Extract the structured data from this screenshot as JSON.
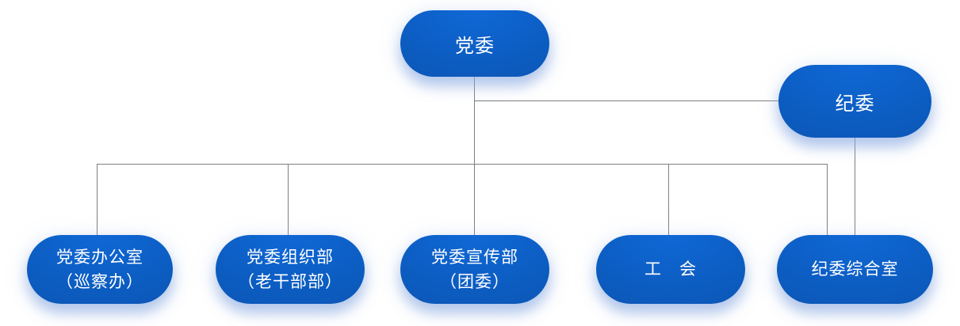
{
  "org_chart": {
    "background_color": "#ffffff",
    "node_fill_top": "#1068d6",
    "node_fill_edge": "#0a50ab",
    "node_text_color": "#ffffff",
    "connector_color": "#7f7f7f",
    "root": {
      "label": "党委"
    },
    "secondary": {
      "label": "纪委"
    },
    "children": [
      {
        "line1": "党委办公室",
        "line2": "（巡察办）"
      },
      {
        "line1": "党委组织部",
        "line2": "（老干部部）"
      },
      {
        "line1": "党委宣传部",
        "line2": "（团委）"
      },
      {
        "line1": "工　会",
        "line2": ""
      },
      {
        "line1": "纪委综合室",
        "line2": ""
      }
    ]
  }
}
